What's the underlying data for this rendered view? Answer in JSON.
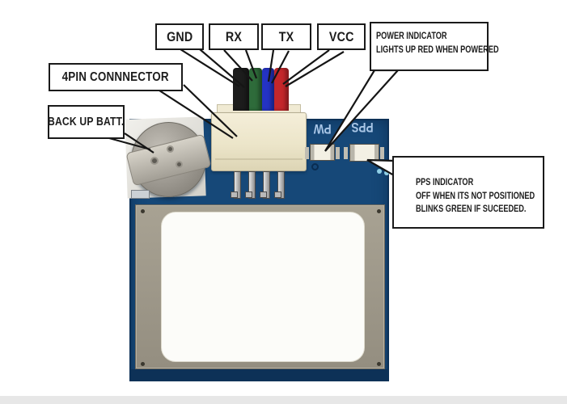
{
  "diagram_title": "GPS module annotated diagram",
  "callouts": {
    "gnd": {
      "label": "GND"
    },
    "rx": {
      "label": "RX"
    },
    "tx": {
      "label": "TX"
    },
    "vcc": {
      "label": "VCC"
    },
    "connector": {
      "label": "4PIN CONNNECTOR"
    },
    "battery": {
      "label": "BACK UP BATT."
    },
    "power": {
      "line1": "POWER INDICATOR",
      "line2": "LIGHTS UP RED WHEN POWERED"
    },
    "pps": {
      "line1": "PPS INDICATOR",
      "line2": "OFF WHEN ITS NOT POSITIONED",
      "line3": "BLINKS GREEN IF SUCEEDED."
    }
  },
  "board": {
    "silkscreen_pw": "PW",
    "silkscreen_pps": "PPS",
    "colors": {
      "pcb": "#164878",
      "pcb_edge": "#0d3157",
      "wire_gnd": "#1c1c1c",
      "wire_rx": "#2e6b3a",
      "wire_tx": "#2433c4",
      "wire_vcc": "#c4272b",
      "antenna_frame": "#9d9788",
      "ceramic": "#fcfcf9",
      "battery": "#a8a49c",
      "connector": "#eee7cf",
      "silkscreen": "#a9c6e6"
    }
  }
}
